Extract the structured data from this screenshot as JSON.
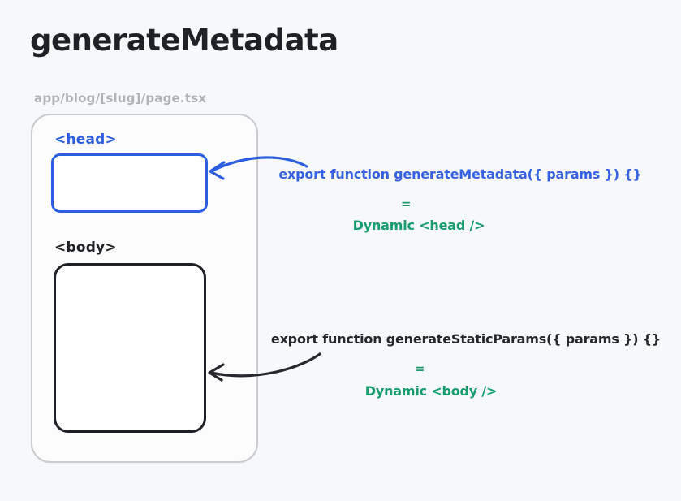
{
  "page": {
    "title": "generateMetadata",
    "file_path": "app/blog/[slug]/page.tsx"
  },
  "diagram": {
    "head_label": "<head>",
    "body_label": "<body>",
    "head_annotation": {
      "code": "export function generateMetadata({ params }) {}",
      "equals": "=",
      "result": "Dynamic <head />"
    },
    "body_annotation": {
      "code": "export function generateStaticParams({ params }) {}",
      "equals": "=",
      "result": "Dynamic <body />"
    },
    "icons": {
      "head_arrow": "curved-arrow-pointing-to-head-box",
      "body_arrow": "curved-arrow-pointing-to-body-box"
    }
  },
  "colors": {
    "accent_blue": "#2d5ee1",
    "accent_green": "#169c6e",
    "ink_dark": "#26282c",
    "muted_gray": "#afb1b6",
    "container_border": "#c9cbce",
    "background": "#f7f8fa"
  }
}
